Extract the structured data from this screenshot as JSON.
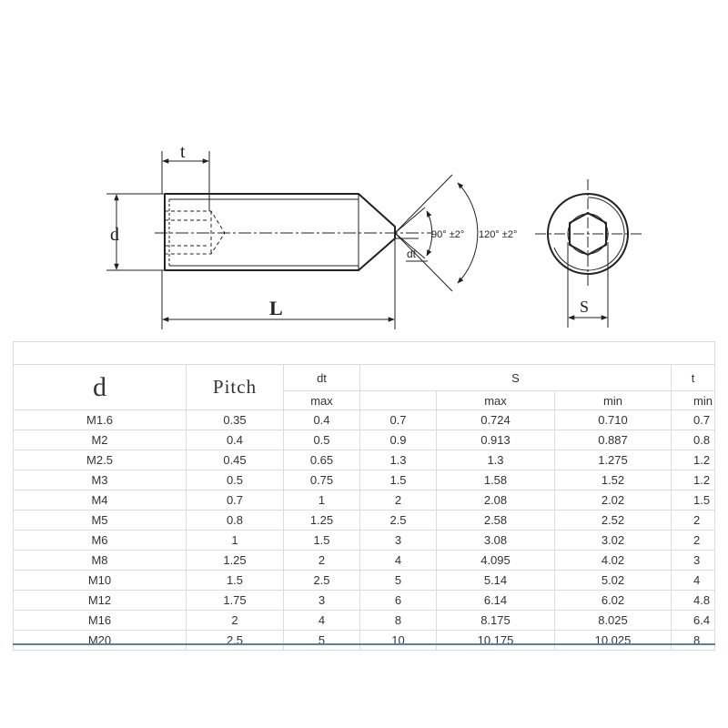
{
  "drawing": {
    "label_t": "t",
    "label_d": "d",
    "label_L": "L",
    "label_dt": "dt",
    "angle_1": "90° ±2°",
    "angle_2": "120° ±2°",
    "label_s": "S"
  },
  "table": {
    "header": {
      "d": "d",
      "pitch": "Pitch",
      "dt": "dt",
      "s": "S",
      "t": "t",
      "dt_max": "max",
      "s_max": "max",
      "s_min": "min",
      "t_min": "min"
    },
    "rows": [
      [
        "M1.6",
        "0.35",
        "0.4",
        "0.7",
        "0.724",
        "0.710",
        "0.7"
      ],
      [
        "M2",
        "0.4",
        "0.5",
        "0.9",
        "0.913",
        "0.887",
        "0.8"
      ],
      [
        "M2.5",
        "0.45",
        "0.65",
        "1.3",
        "1.3",
        "1.275",
        "1.2"
      ],
      [
        "M3",
        "0.5",
        "0.75",
        "1.5",
        "1.58",
        "1.52",
        "1.2"
      ],
      [
        "M4",
        "0.7",
        "1",
        "2",
        "2.08",
        "2.02",
        "1.5"
      ],
      [
        "M5",
        "0.8",
        "1.25",
        "2.5",
        "2.58",
        "2.52",
        "2"
      ],
      [
        "M6",
        "1",
        "1.5",
        "3",
        "3.08",
        "3.02",
        "2"
      ],
      [
        "M8",
        "1.25",
        "2",
        "4",
        "4.095",
        "4.02",
        "3"
      ],
      [
        "M10",
        "1.5",
        "2.5",
        "5",
        "5.14",
        "5.02",
        "4"
      ],
      [
        "M12",
        "1.75",
        "3",
        "6",
        "6.14",
        "6.02",
        "4.8"
      ],
      [
        "M16",
        "2",
        "4",
        "8",
        "8.175",
        "8.025",
        "6.4"
      ],
      [
        "M20",
        "2.5",
        "5",
        "10",
        "10.175",
        "10.025",
        "8"
      ]
    ]
  }
}
